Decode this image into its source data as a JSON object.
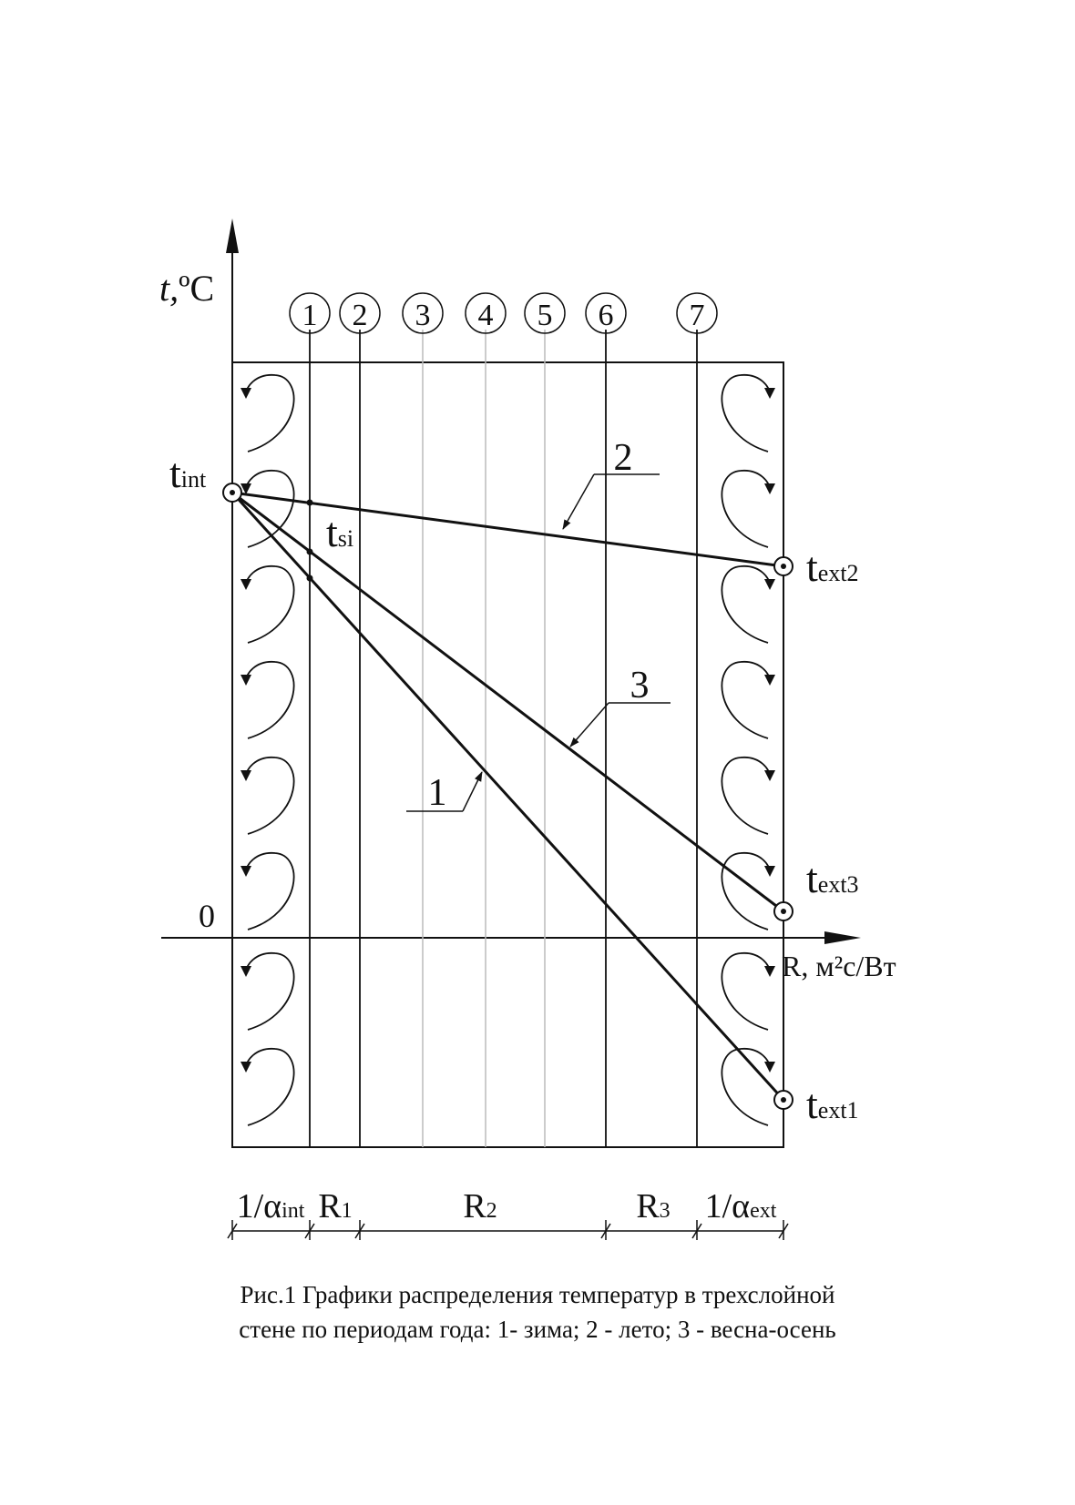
{
  "axes": {
    "y_label": "t,",
    "y_unit": "ºC",
    "x_label": "R, м²с/Вт",
    "origin": "0"
  },
  "planes": [
    "1",
    "2",
    "3",
    "4",
    "5",
    "6",
    "7"
  ],
  "points": {
    "t_int": {
      "base": "t",
      "sub": "int"
    },
    "t_si": {
      "base": "t",
      "sub": "si"
    },
    "t_ext1": {
      "base": "t",
      "sub": "ext1"
    },
    "t_ext2": {
      "base": "t",
      "sub": "ext2"
    },
    "t_ext3": {
      "base": "t",
      "sub": "ext3"
    }
  },
  "line_labels": [
    "1",
    "2",
    "3"
  ],
  "dimensions": [
    {
      "base": "1/α",
      "sub": "int"
    },
    {
      "base": "R",
      "sub": "1"
    },
    {
      "base": "R",
      "sub": "2"
    },
    {
      "base": "R",
      "sub": "3"
    },
    {
      "base": "1/α",
      "sub": "ext"
    }
  ],
  "caption": {
    "line1": "Рис.1 Графики распределения температур в трехслойной",
    "line2": "стене по периодам года: 1- зима; 2 - лето; 3 - весна-осень"
  }
}
